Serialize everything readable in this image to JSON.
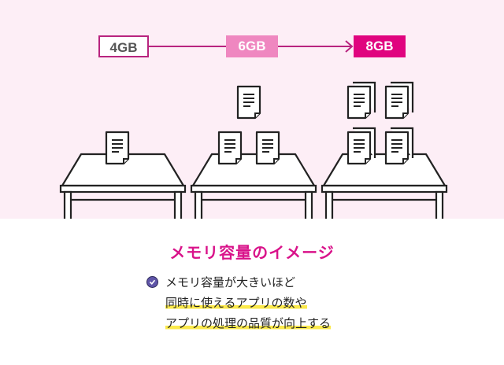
{
  "diagram": {
    "steps": [
      {
        "label": "4GB",
        "documents": 1
      },
      {
        "label": "6GB",
        "documents": 3
      },
      {
        "label": "8GB",
        "documents": 8
      }
    ],
    "colors": {
      "background_pink": "#fdeef6",
      "accent": "#e0047f",
      "label_4gb_border": "#b8247f",
      "label_6gb_fill": "#ef87c0",
      "highlight": "#fbe94a",
      "check_icon": "#5f55a8"
    }
  },
  "caption": {
    "title": "メモリ容量のイメージ",
    "lines": [
      "メモリ容量が大きいほど",
      "同時に使えるアプリの数や",
      "アプリの処理の品質が向上する"
    ]
  }
}
